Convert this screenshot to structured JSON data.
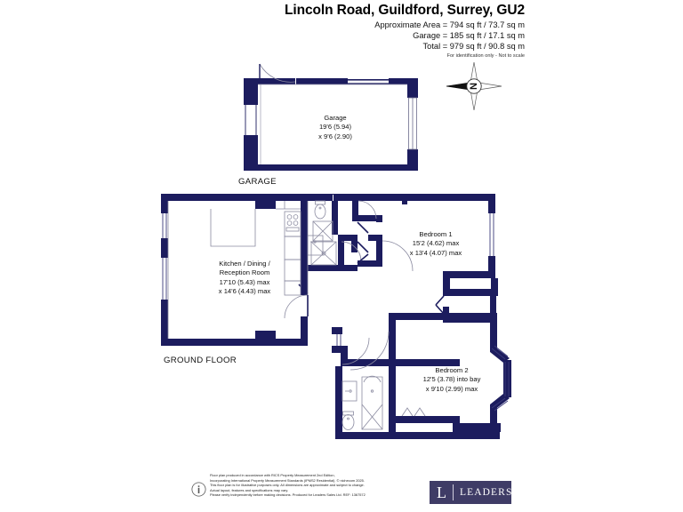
{
  "header": {
    "title": "Lincoln Road, Guildford, Surrey, GU2",
    "approx_area": "Approximate Area = 794 sq ft / 73.7 sq m",
    "garage_area": "Garage = 185 sq ft / 17.1 sq m",
    "total_area": "Total = 979 sq ft / 90.8 sq m",
    "disclaimer": "For identification only - Not to scale"
  },
  "compass": {
    "letter": "N"
  },
  "sections": {
    "garage_caption": "GARAGE",
    "ground_caption": "GROUND FLOOR"
  },
  "rooms": [
    {
      "id": "garage",
      "name": "Garage",
      "dim1": "19'6 (5.94)",
      "dim2": "x 9'6 (2.90)"
    },
    {
      "id": "kitchen-dining-reception",
      "name_line1": "Kitchen / Dining /",
      "name_line2": "Reception Room",
      "dim1": "17'10 (5.43) max",
      "dim2": "x 14'6 (4.43) max"
    },
    {
      "id": "bedroom-1",
      "name": "Bedroom 1",
      "dim1": "15'2 (4.62) max",
      "dim2": "x 13'4 (4.07) max"
    },
    {
      "id": "bedroom-2",
      "name": "Bedroom 2",
      "dim1": "12'5 (3.78) into bay",
      "dim2": "x 9'10 (2.99) max"
    }
  ],
  "footer": {
    "line1": "Floor plan produced in accordance with RICS Property Measurement 2nd Edition,",
    "line2": "Incorporating International Property Measurement Standards (IPMS2 Residential).   © nichecom 2025.",
    "line3": "This floor plan is for illustrative purposes only. All dimensions are approximate and subject to change.",
    "line4": "Actual layout, features and specifications may vary.",
    "line5": "Please verify independently before making decisions. Produced for Leaders Sales Ltd.    REF:  1367572",
    "logo_mark": "L",
    "logo_word": "LEADERS"
  },
  "colors": {
    "wall": "#1c1c5e",
    "fixture_stroke": "#6c6c8c",
    "door_arc": "#8a8aa0",
    "logo_bg": "#3f3c66"
  }
}
